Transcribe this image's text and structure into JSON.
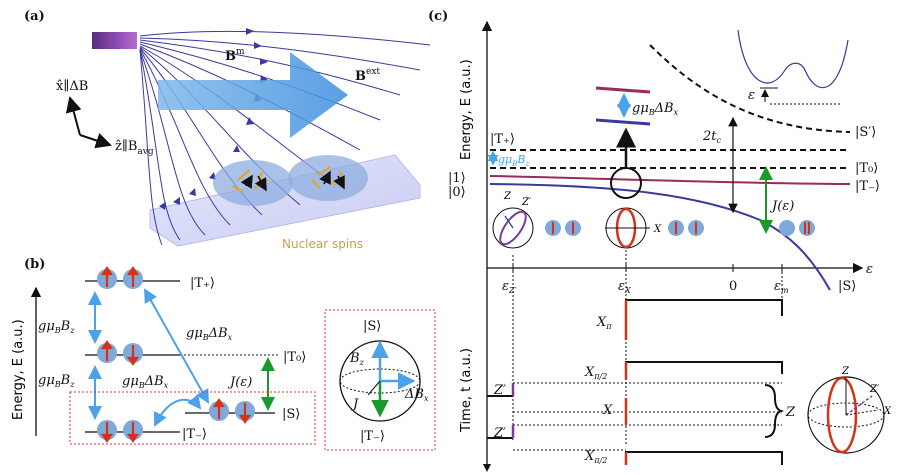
{
  "colors": {
    "blue": "#3a3a9e",
    "light_blue": "#4aa3ea",
    "red": "#d6321a",
    "green": "#1a9a2a",
    "magenta": "#9b2a5a",
    "nuclear_text": "#c8a24a",
    "box_red": "#d43a2a"
  },
  "panel_a": {
    "label": "(a)",
    "b_m": "B",
    "b_m_sup": "m",
    "b_ext": "B",
    "b_ext_sup": "ext",
    "axis_x": "x̂∥ΔB",
    "axis_z": "ẑ∥B",
    "axis_z_sub": "avg",
    "nuclear_spins": "Nuclear spins"
  },
  "panel_b": {
    "label": "(b)",
    "y_axis": "Energy, E (a.u.)",
    "state_tplus": "|T₊⟩",
    "state_t0": "|T₀⟩",
    "state_s": "|S⟩",
    "state_tminus": "|T₋⟩",
    "g_bz_1": "gμ",
    "g_bz_2": "gμ",
    "g_dbx_1": "gμ",
    "g_dbx_2": "gμ",
    "g_sub": "B",
    "bz_text": "B",
    "bz_sub": "z",
    "dbx_text": "ΔB",
    "dbx_sub": "x",
    "j_eps": "J(ε)",
    "bloch_s": "|S⟩",
    "bloch_tminus": "|T₋⟩",
    "bloch_bz": "B",
    "bloch_bz_sub": "z",
    "bloch_dbx": "ΔB",
    "bloch_dbx_sub": "x",
    "bloch_j": "J"
  },
  "panel_c": {
    "label": "(c)",
    "y_axis_top": "Energy, E (a.u.)",
    "y_axis_bottom": "Time, t (a.u.)",
    "state_tplus": "|T₊⟩",
    "state_sprime": "|S′⟩",
    "state_t0": "|T₀⟩",
    "state_tminus": "|T₋⟩",
    "state_s": "|S⟩",
    "state_1": "|1⟩",
    "state_0": "|0⟩",
    "g_bz": "gμ",
    "g_bz_b": "B",
    "g_bz_bz": "B",
    "g_bz_z": "z",
    "g_dbx": "gμ",
    "g_dbx_b": "B",
    "g_dbx_text": "ΔB",
    "g_dbx_x": "x",
    "two_tc": "2t",
    "two_tc_sub": "c",
    "j_eps": "J(ε)",
    "eps_axis": "ε",
    "eps_inset": "ε",
    "ticks": [
      "ε",
      "ε",
      "0",
      "ε"
    ],
    "tick_subs": [
      "Z′",
      "X",
      "",
      "m"
    ],
    "pulses": [
      "X",
      "X",
      "X",
      "X"
    ],
    "pulse_subs": [
      "π",
      "π/2",
      "",
      "π/2"
    ],
    "zprime_1": "Z′",
    "zprime_2": "Z′",
    "z_brace": "Z",
    "bloch_z": "Z",
    "bloch_zp": "Z′",
    "bloch_x": "X",
    "bloch2_z": "Z",
    "bloch2_zp": "Z′",
    "bloch2_x": "X"
  }
}
